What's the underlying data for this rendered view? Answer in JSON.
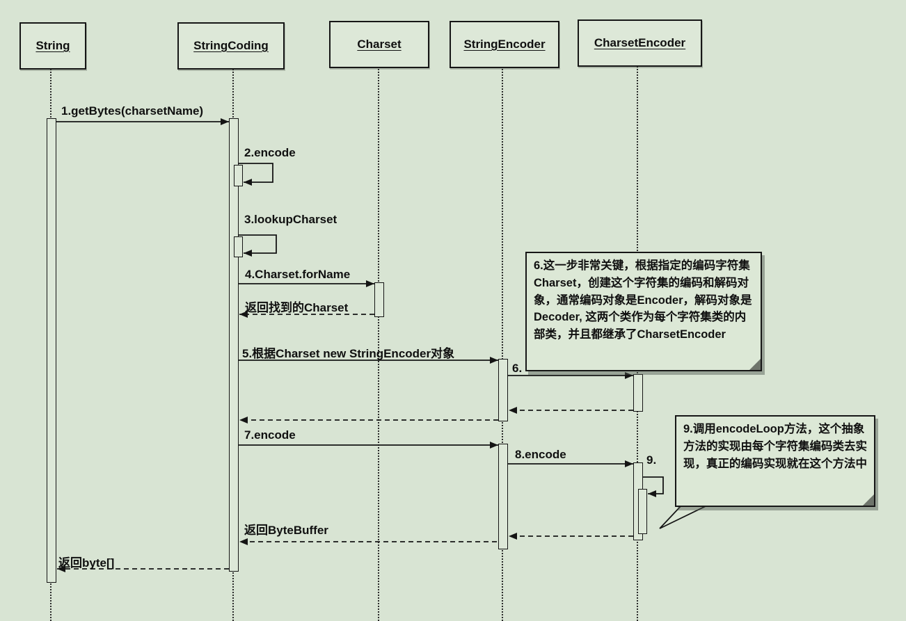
{
  "colors": {
    "background": "#d8e4d3",
    "box_fill": "#dde8d8",
    "line": "#141414",
    "note_fill": "#dce8d6"
  },
  "participants": [
    {
      "label": "String"
    },
    {
      "label": "StringCoding"
    },
    {
      "label": "Charset"
    },
    {
      "label": "StringEncoder"
    },
    {
      "label": "CharsetEncoder"
    }
  ],
  "messages": {
    "m1": "1.getBytes(charsetName)",
    "m2": "2.encode",
    "m3": "3.lookupCharset",
    "m4": "4.Charset.forName",
    "m4_return": "返回找到的Charset",
    "m5": "5.根据Charset new StringEncoder对象",
    "m6": "6.",
    "m7": "7.encode",
    "m8": "8.encode",
    "m9": "9.",
    "return_bytebuffer": "返回ByteBuffer",
    "return_byte_array": "返回byte[]"
  },
  "notes": {
    "note6": "6.这一步非常关键，根据指定的编码字符集Charset，创建这个字符集的编码和解码对象，通常编码对象是Encoder，解码对象是Decoder, 这两个类作为每个字符集类的内部类，并且都继承了CharsetEncoder",
    "note9": "9.调用encodeLoop方法，这个抽象方法的实现由每个字符集编码类去实现，真正的编码实现就在这个方法中"
  }
}
